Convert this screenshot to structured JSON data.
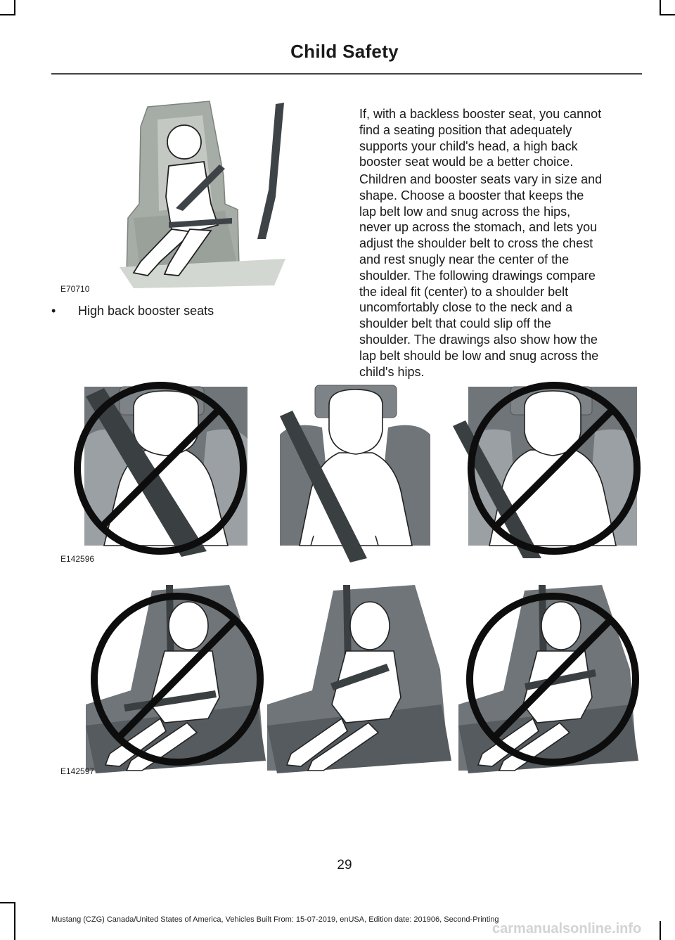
{
  "header": {
    "title": "Child Safety"
  },
  "figures": {
    "booster": {
      "code": "E70710"
    },
    "shoulder_row": {
      "code": "E142596"
    },
    "lap_row": {
      "code": "E142597"
    }
  },
  "bullet": {
    "marker": "•",
    "text": "High back booster seats"
  },
  "body": {
    "paragraph1_lines": [
      "If, with a backless booster seat, you cannot",
      "find a seating position that adequately",
      "supports your child's head, a high back",
      "booster seat would be a better choice."
    ],
    "paragraph2_lines": [
      "Children and booster seats vary in size and",
      "shape. Choose a booster that keeps the",
      "lap belt low and snug across the hips,",
      "never up across the stomach, and lets you",
      "adjust the shoulder belt to cross the chest",
      "and rest snugly near the center of the",
      "shoulder. The following drawings compare",
      "the ideal fit (center) to a shoulder belt",
      "uncomfortably close to the neck and a",
      "shoulder belt that could slip off the",
      "shoulder. The drawings also show how the",
      "lap belt should be low and snug across the",
      "child's hips."
    ]
  },
  "page_number": "29",
  "footer": {
    "text": "Mustang (CZG) Canada/United States of America, Vehicles Built From: 15-07-2019, enUSA, Edition date: 201906, Second-Printing"
  },
  "watermark": {
    "text": "carmanualsonline.info"
  },
  "colors": {
    "prohibition": "#0d0d0d",
    "belt": "#3a3a3a",
    "seat_dark": "#6f7578",
    "seat_light": "#b7bdb8"
  }
}
